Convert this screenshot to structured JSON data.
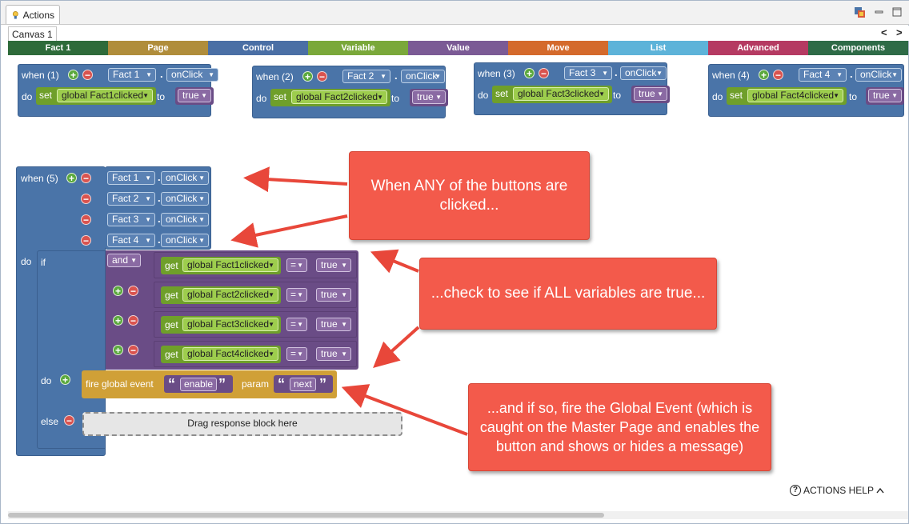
{
  "window": {
    "tab_label": "Actions"
  },
  "canvas": {
    "tab_label": "Canvas 1",
    "nav_prev": "<",
    "nav_next": ">"
  },
  "palette": [
    {
      "label": "Fact 1",
      "color": "#2e6b3a"
    },
    {
      "label": "Page",
      "color": "#b08d3b"
    },
    {
      "label": "Control",
      "color": "#4a6fa5"
    },
    {
      "label": "Variable",
      "color": "#7aa83a"
    },
    {
      "label": "Value",
      "color": "#7b5a95"
    },
    {
      "label": "Move",
      "color": "#d46a2c"
    },
    {
      "label": "List",
      "color": "#5db3d9"
    },
    {
      "label": "Advanced",
      "color": "#b53a62"
    },
    {
      "label": "Components",
      "color": "#2e6b47"
    }
  ],
  "top_events": [
    {
      "when": "when (1)",
      "component": "Fact 1",
      "event": "onClick",
      "do": "do",
      "set": "set",
      "var": "global Fact1clicked",
      "to": "to",
      "value": "true"
    },
    {
      "when": "when (2)",
      "component": "Fact 2",
      "event": "onClick",
      "do": "do",
      "set": "set",
      "var": "global Fact2clicked",
      "to": "to",
      "value": "true"
    },
    {
      "when": "when (3)",
      "component": "Fact 3",
      "event": "onClick",
      "do": "do",
      "set": "set",
      "var": "global Fact3clicked",
      "to": "to",
      "value": "true"
    },
    {
      "when": "when (4)",
      "component": "Fact 4",
      "event": "onClick",
      "do": "do",
      "set": "set",
      "var": "global Fact4clicked",
      "to": "to",
      "value": "true"
    }
  ],
  "big_event": {
    "when": "when (5)",
    "components": [
      "Fact 1",
      "Fact 2",
      "Fact 3",
      "Fact 4"
    ],
    "event": "onClick",
    "do": "do",
    "if": "if",
    "and": "and",
    "get": "get",
    "eq": "=",
    "conditions": [
      {
        "var": "global Fact1clicked",
        "value": "true"
      },
      {
        "var": "global Fact2clicked",
        "value": "true"
      },
      {
        "var": "global Fact3clicked",
        "value": "true"
      },
      {
        "var": "global Fact4clicked",
        "value": "true"
      }
    ],
    "inner_do": "do",
    "fire": "fire global event",
    "event_name": "enable",
    "param_label": "param",
    "param_value": "next",
    "else": "else",
    "placeholder": "Drag response block here"
  },
  "callouts": {
    "one": "When ANY of the buttons are clicked...",
    "two": "...check to see if ALL variables are true...",
    "three": "...and if so, fire the Global Event (which is caught on the Master Page and enables the button and shows or hides a message)"
  },
  "help": {
    "label": "ACTIONS HELP"
  }
}
